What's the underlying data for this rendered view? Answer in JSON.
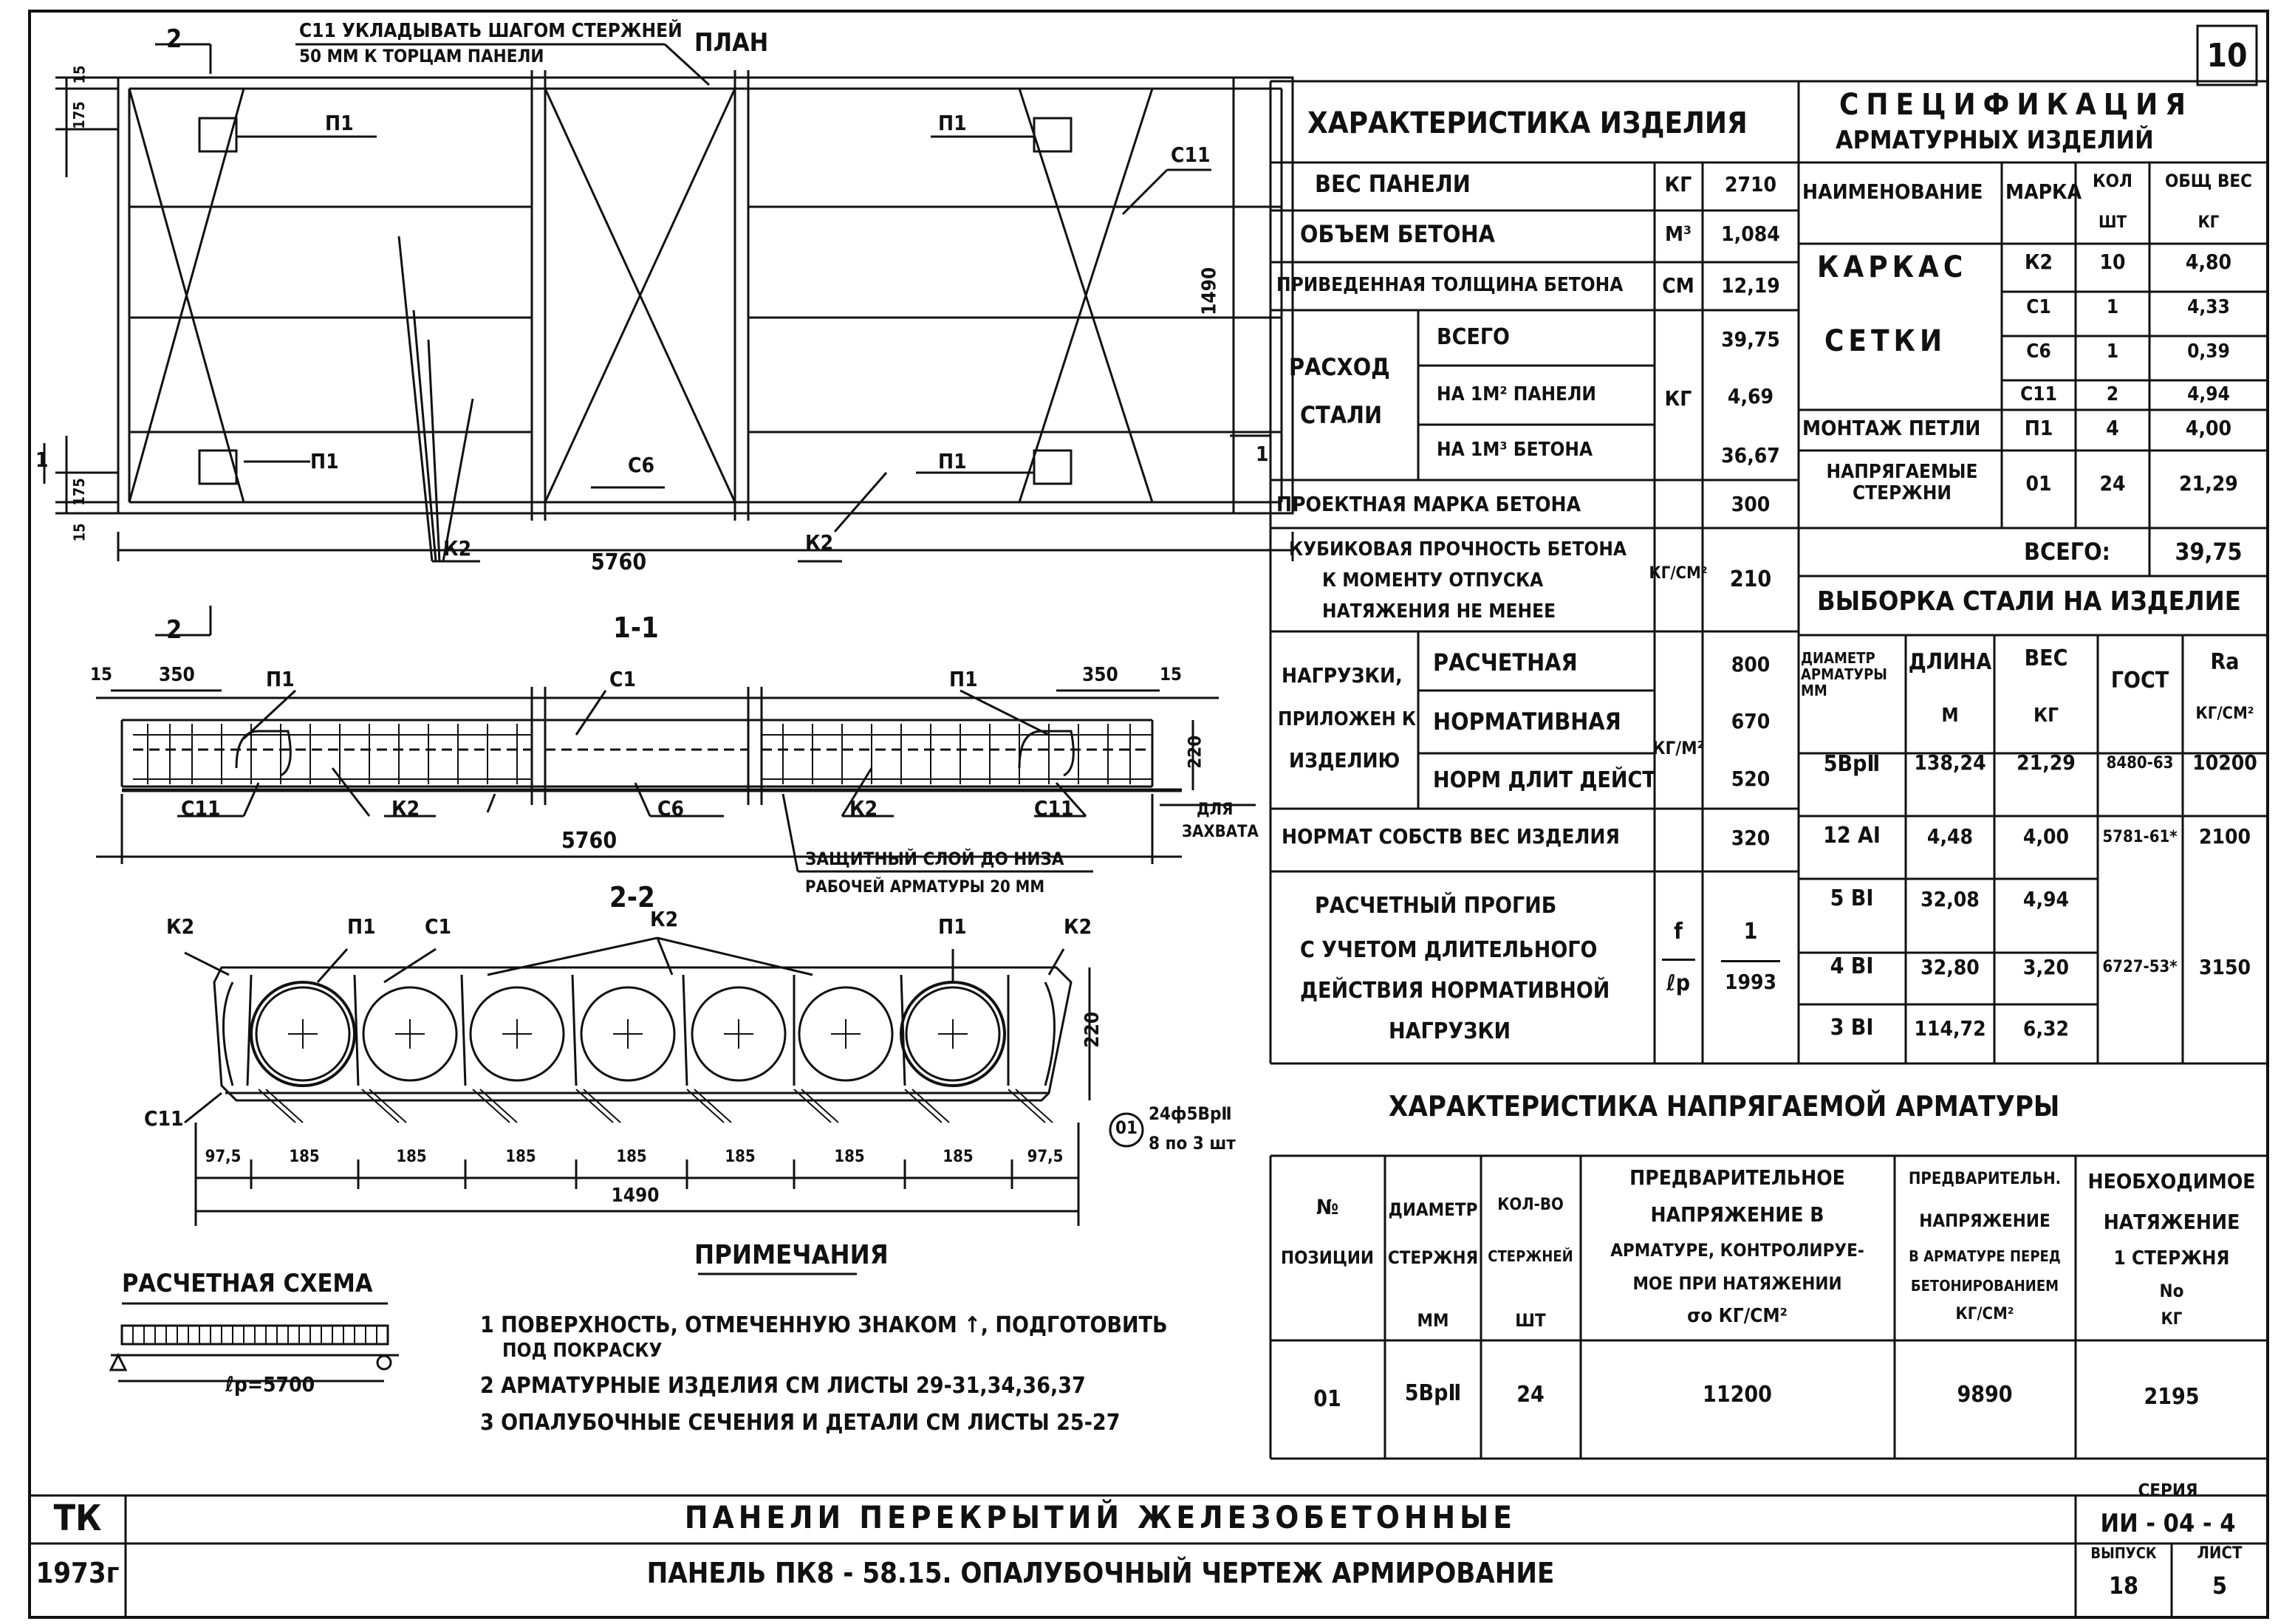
{
  "sheet_no": "10",
  "plan": {
    "title": "ПЛАН",
    "note_c11_line1": "С11 УКЛАДЫВАТЬ ШАГОМ СТЕРЖНЕЙ",
    "note_c11_line2": "50 ММ К ТОРЦАМ ПАНЕЛИ",
    "section_mark": "2",
    "section_mark_1": "1",
    "dim_length": "5760",
    "dim_width": "1490",
    "dim_175_top": "175",
    "dim_15_top": "15",
    "dim_175_bot": "175",
    "dim_15_bot": "15",
    "labels": {
      "p1": "П1",
      "c11": "С11",
      "c6": "С6",
      "k2": "К2"
    }
  },
  "section_11": {
    "title": "1-1",
    "dim_15_left": "15",
    "dim_350_left": "350",
    "dim_350_right": "350",
    "dim_15_right": "15",
    "dim_220": "220",
    "dim_length": "5760",
    "labels": {
      "p1": "П1",
      "c1": "С1",
      "c11": "С11",
      "k2": "К2",
      "c6": "С6"
    },
    "grip_line1": "ДЛЯ",
    "grip_line2": "ЗАХВАТА",
    "cover_line1": "ЗАЩИТНЫЙ СЛОЙ ДО НИЗА",
    "cover_line2": "РАБОЧЕЙ АРМАТУРЫ 20 ММ"
  },
  "section_22": {
    "title": "2-2",
    "labels": {
      "k2": "К2",
      "p1": "П1",
      "c1": "С1",
      "c11": "С11"
    },
    "dim_220": "220",
    "dims_bottom": [
      "97,5",
      "185",
      "185",
      "185",
      "185",
      "185",
      "185",
      "185",
      "97,5"
    ],
    "dim_total": "1490",
    "bar_pos": "01",
    "bar_spec": "24ф5ВрⅡ",
    "bar_group": "8 по 3 шт"
  },
  "calc_scheme": {
    "title": "РАСЧЕТНАЯ СХЕМА",
    "span": "ℓр=5700"
  },
  "notes": {
    "title": "ПРИМЕЧАНИЯ",
    "items": [
      "1 ПОВЕРХНОСТЬ, ОТМЕЧЕННУЮ ЗНАКОМ ↑, ПОДГОТОВИТЬ",
      "ПОД ПОКРАСКУ",
      "2 АРМАТУРНЫЕ   ИЗДЕЛИЯ  СМ ЛИСТЫ  29-31,34,36,37",
      "3 ОПАЛУБОЧНЫЕ СЕЧЕНИЯ И ДЕТАЛИ   СМ ЛИСТЫ  25-27"
    ]
  },
  "characteristics": {
    "title": "ХАРАКТЕРИСТИКА ИЗДЕЛИЯ",
    "rows": [
      {
        "name": "ВЕС   ПАНЕЛИ",
        "unit": "КГ",
        "value": "2710"
      },
      {
        "name": "ОБЪЕМ  БЕТОНА",
        "unit": "М³",
        "value": "1,084"
      },
      {
        "name": "ПРИВЕДЕННАЯ ТОЛЩИНА БЕТОНА",
        "unit": "СМ",
        "value": "12,19"
      }
    ],
    "steel": {
      "name_line1": "РАСХОД",
      "name_line2": "СТАЛИ",
      "unit": "КГ",
      "rows": [
        {
          "name": "ВСЕГО",
          "value": "39,75"
        },
        {
          "name": "НА 1М² ПАНЕЛИ",
          "value": "4,69"
        },
        {
          "name": "НА 1М³ БЕТОНА",
          "value": "36,67"
        }
      ]
    },
    "grade": {
      "name": "ПРОЕКТНАЯ  МАРКА БЕТОНА",
      "value": "300"
    },
    "strength": {
      "line1": "КУБИКОВАЯ ПРОЧНОСТЬ БЕТОНА",
      "line2": "К МОМЕНТУ  ОТПУСКА",
      "line3": "НАТЯЖЕНИЯ  НЕ  МЕНЕЕ",
      "unit": "КГ/СМ²",
      "value": "210"
    },
    "loads": {
      "line1": "НАГРУЗКИ,",
      "line2": "ПРИЛОЖЕН К",
      "line3": "ИЗДЕЛИЮ",
      "unit": "КГ/М²",
      "rows": [
        {
          "name": "РАСЧЕТНАЯ",
          "value": "800"
        },
        {
          "name": "НОРМАТИВНАЯ",
          "value": "670"
        },
        {
          "name": "НОРМ ДЛИТ ДЕЙСТ",
          "value": "520"
        }
      ]
    },
    "self_weight": {
      "name": "НОРМАТ СОБСТВ ВЕС ИЗДЕЛИЯ",
      "value": "320"
    },
    "deflection": {
      "line1": "РАСЧЕТНЫЙ  ПРОГИБ",
      "line2": "С УЧЕТОМ  ДЛИТЕЛЬНОГО",
      "line3": "ДЕЙСТВИЯ  НОРМАТИВНОЙ",
      "line4": "НАГРУЗКИ",
      "unit_top": "f",
      "unit_bottom": "ℓр",
      "value_top": "1",
      "value_bottom": "1993"
    }
  },
  "specification": {
    "title_line1": "СПЕЦИФИКАЦИЯ",
    "title_line2": "АРМАТУРНЫХ  ИЗДЕЛИЙ",
    "headers": [
      "НАИМЕНОВАНИЕ",
      "МАРКА",
      "КОЛ",
      "ШТ",
      "ОБЩ ВЕС",
      "КГ"
    ],
    "rows": [
      {
        "name": "КАРКАС",
        "mark": "К2",
        "qty": "10",
        "weight": "4,80"
      },
      {
        "name": "",
        "mark": "С1",
        "qty": "1",
        "weight": "4,33"
      },
      {
        "name": "СЕТКИ",
        "mark": "С6",
        "qty": "1",
        "weight": "0,39"
      },
      {
        "name": "",
        "mark": "С11",
        "qty": "2",
        "weight": "4,94"
      },
      {
        "name": "МОНТАЖ ПЕТЛИ",
        "mark": "П1",
        "qty": "4",
        "weight": "4,00"
      },
      {
        "name": "НАПРЯГАЕМЫЕ СТЕРЖНИ",
        "mark": "01",
        "qty": "24",
        "weight": "21,29"
      }
    ],
    "total_label": "ВСЕГО:",
    "total_value": "39,75"
  },
  "steel_selection": {
    "title": "ВЫБОРКА  СТАЛИ  НА ИЗДЕЛИЕ",
    "headers": {
      "diam": "ДИАМЕТР АРМАТУРЫ ММ",
      "length": "ДЛИНА",
      "length_u": "М",
      "weight": "ВЕС",
      "weight_u": "КГ",
      "gost": "ГОСТ",
      "ra": "Ra",
      "ra_u": "КГ/СМ²"
    },
    "rows": [
      {
        "diam": "5ВрⅡ",
        "length": "138,24",
        "weight": "21,29",
        "gost": "8480-63",
        "ra": "10200"
      },
      {
        "diam": "12 АⅠ",
        "length": "4,48",
        "weight": "4,00",
        "gost": "5781-61*",
        "ra": "2100"
      },
      {
        "diam": "5 ВⅠ",
        "length": "32,08",
        "weight": "4,94",
        "gost": "",
        "ra": ""
      },
      {
        "diam": "4 ВⅠ",
        "length": "32,80",
        "weight": "3,20",
        "gost": "6727-53*",
        "ra": "3150"
      },
      {
        "diam": "3 ВⅠ",
        "length": "114,72",
        "weight": "6,32",
        "gost": "",
        "ra": ""
      }
    ]
  },
  "prestressed": {
    "title": "ХАРАКТЕРИСТИКА  НАПРЯГАЕМОЙ  АРМАТУРЫ",
    "headers": {
      "pos": [
        "№",
        "ПОЗИЦИИ"
      ],
      "diam": [
        "ДИАМЕТР",
        "СТЕРЖНЯ",
        "ММ"
      ],
      "qty": [
        "КОЛ-ВО",
        "СТЕРЖНЕЙ",
        "ШТ"
      ],
      "prestress": [
        "ПРЕДВАРИТЕЛЬНОЕ",
        "НАПРЯЖЕНИЕ  В",
        "АРМАТУРЕ, КОНТРОЛИРУЕ-",
        "МОЕ  ПРИ НАТЯЖЕНИИ",
        "σо КГ/СМ²"
      ],
      "before": [
        "ПРЕДВАРИТЕЛЬН.",
        "НАПРЯЖЕНИЕ",
        "В АРМАТУРЕ ПЕРЕД",
        "БЕТОНИРОВАНИЕМ",
        "КГ/СМ²"
      ],
      "tension": [
        "НЕОБХОДИМОЕ",
        "НАТЯЖЕНИЕ",
        "1 СТЕРЖНЯ",
        "No",
        "КГ"
      ]
    },
    "row": {
      "pos": "01",
      "diam": "5ВрⅡ",
      "qty": "24",
      "prestress": "11200",
      "before": "9890",
      "tension": "2195"
    }
  },
  "title_block": {
    "org": "ТК",
    "year": "1973г",
    "title1": "ПАНЕЛИ   ПЕРЕКРЫТИЙ   ЖЕЛЕЗОБЕТОННЫЕ",
    "title2": "ПАНЕЛЬ ПК8 - 58.15.  ОПАЛУБОЧНЫЙ  ЧЕРТЕЖ  АРМИРОВАНИЕ",
    "series_label": "СЕРИЯ",
    "series": "ИИ - 04 - 4",
    "issue_label": "ВЫПУСК",
    "issue": "18",
    "sheet_label": "ЛИСТ",
    "sheet": "5"
  }
}
